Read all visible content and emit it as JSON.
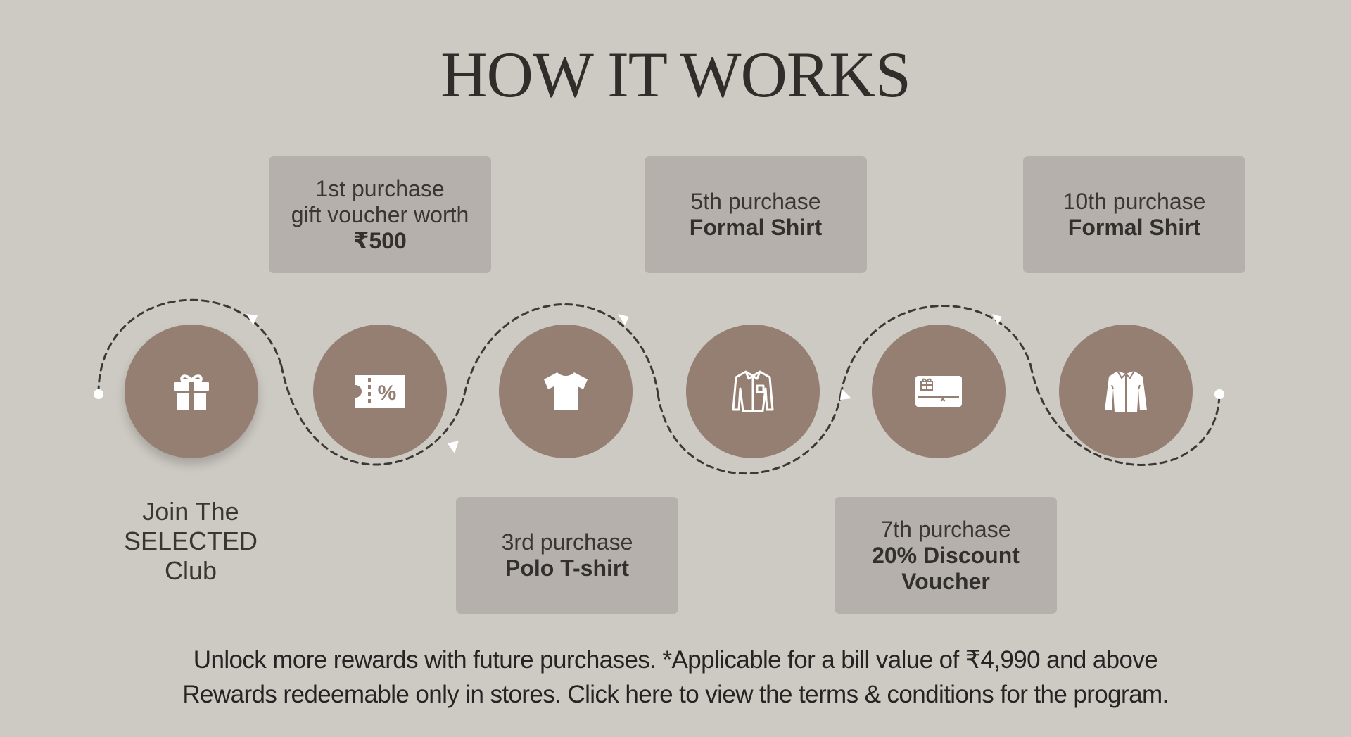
{
  "title": "HOW IT WORKS",
  "join": {
    "line1": "Join The",
    "line2": "SELECTED",
    "line3": "Club"
  },
  "steps": [
    {
      "icon": "gift-icon",
      "line1": "1st purchase",
      "line2": "gift voucher worth",
      "bold": "₹500"
    },
    {
      "icon": "polo-tshirt-icon",
      "line1": "3rd purchase",
      "bold": "Polo T-shirt"
    },
    {
      "icon": "formal-shirt-icon",
      "line1": "5th purchase",
      "bold": "Formal Shirt"
    },
    {
      "icon": "gift-card-icon",
      "line1": "7th purchase",
      "bold1": "20% Discount",
      "bold2": "Voucher"
    },
    {
      "icon": "formal-shirt-icon",
      "line1": "10th purchase",
      "bold": "Formal Shirt"
    }
  ],
  "icons": [
    "gift-icon",
    "discount-coupon-icon",
    "tshirt-icon",
    "formal-shirt-icon",
    "gift-card-icon",
    "shirt-icon"
  ],
  "footer": {
    "line1": "Unlock more rewards with future purchases.  *Applicable for a bill value of ₹4,990 and above",
    "line2_pre": "Rewards redeemable only in stores. ",
    "line2_link": "Click here to view the terms & conditions for the program."
  },
  "colors": {
    "background": "#cdc9c3",
    "card": "#b5b0ab",
    "circle": "#957f72",
    "text": "#3a3633"
  }
}
